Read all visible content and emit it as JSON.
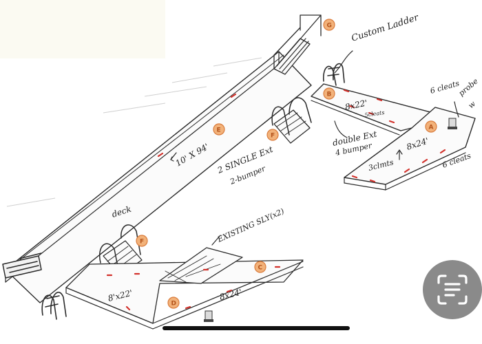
{
  "diagram": {
    "labels": {
      "custom_ladder": "Custom Ladder",
      "cleats_6_top": "6 cleats",
      "right_note_line1": "probe",
      "right_note_line2": "w",
      "cleats_6_right": "6 cleats",
      "dim_8x22_top": "8x22'",
      "cleats_5": "5cleats",
      "dim_8x24_right": "8x24'",
      "cleats_3": "3clmts",
      "double_ext_line1": "double Ext",
      "double_ext_line2": "4 bumper",
      "main_dim": "10' X 94'",
      "single_ext_line1": "2 SINGLE Ext",
      "single_ext_line2": "2-bumper",
      "deck": "deck",
      "existing": "EXISTING SLY(x2)",
      "dim_8x22_bottom": "8'x22'",
      "dim_8x24_bottom": "8x24'"
    },
    "markers": {
      "A": "A",
      "B": "B",
      "C": "C",
      "D": "D",
      "E": "E",
      "F1": "F",
      "F2": "F",
      "G": "G"
    }
  },
  "live_text_button": {
    "icon": "live-text-scan-icon"
  }
}
